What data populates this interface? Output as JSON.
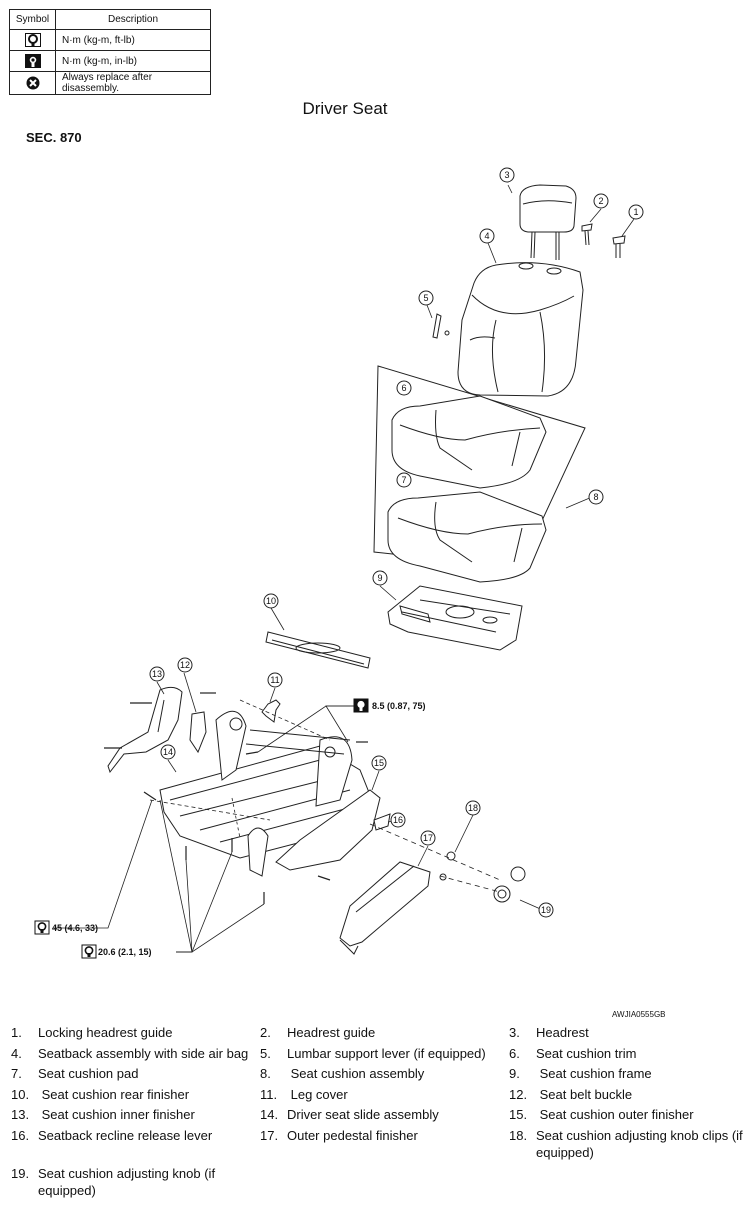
{
  "legend": {
    "header_symbol": "Symbol",
    "header_description": "Description",
    "rows": [
      {
        "icon": "torque-wrench-icon",
        "description": "N·m (kg-m, ft-lb)"
      },
      {
        "icon": "torque-wrench-in-lb-icon",
        "description": "N·m (kg-m, in-lb)"
      },
      {
        "icon": "always-replace-icon",
        "description": "Always replace after disassembly."
      }
    ]
  },
  "title": "Driver Seat",
  "section": "SEC. 870",
  "figure_id": "AWJIA0555GB",
  "callouts": [
    "1",
    "2",
    "3",
    "4",
    "5",
    "6",
    "7",
    "8",
    "9",
    "10",
    "11",
    "12",
    "13",
    "14",
    "15",
    "16",
    "17",
    "18",
    "19"
  ],
  "torques": {
    "t1": "8.5 (0.87, 75)",
    "t2": "45 (4.6, 33)",
    "t3": "20.6 (2.1, 15)"
  },
  "parts": [
    {
      "num": "1.",
      "name": "Locking headrest guide"
    },
    {
      "num": "2.",
      "name": "Headrest guide"
    },
    {
      "num": "3.",
      "name": "Headrest"
    },
    {
      "num": "4.",
      "name": "Seatback assembly with side air bag"
    },
    {
      "num": "5.",
      "name": "Lumbar support lever (if equipped)"
    },
    {
      "num": "6.",
      "name": "Seat cushion trim"
    },
    {
      "num": "7.",
      "name": "Seat cushion pad"
    },
    {
      "num": "8.",
      "name": " Seat cushion assembly"
    },
    {
      "num": "9.",
      "name": " Seat cushion frame"
    },
    {
      "num": "10.",
      "name": " Seat cushion rear finisher"
    },
    {
      "num": "11.",
      "name": " Leg cover"
    },
    {
      "num": "12.",
      "name": " Seat belt buckle"
    },
    {
      "num": "13.",
      "name": " Seat cushion inner finisher"
    },
    {
      "num": "14.",
      "name": "Driver seat slide assembly"
    },
    {
      "num": "15.",
      "name": " Seat cushion outer finisher"
    },
    {
      "num": "16.",
      "name": "Seatback recline release lever"
    },
    {
      "num": "17.",
      "name": "Outer pedestal finisher"
    },
    {
      "num": "18.",
      "name": "Seat cushion adjusting knob clips (if equipped)"
    },
    {
      "num": "19.",
      "name": "Seat cushion adjusting knob (if equipped)"
    }
  ]
}
